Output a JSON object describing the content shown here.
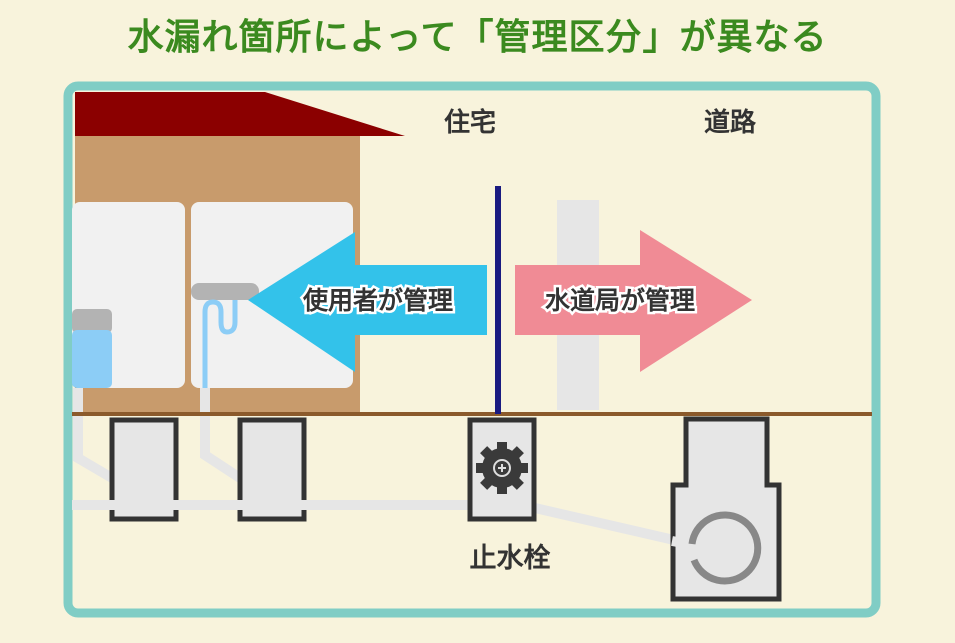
{
  "title": "水漏れ箇所によって「管理区分」が異なる",
  "labels": {
    "house": "住宅",
    "road": "道路",
    "user_managed": "使用者が管理",
    "waterworks_managed": "水道局が管理",
    "stopcock": "止水栓"
  },
  "colors": {
    "title": "#3b8a1f",
    "frame": "#80cdc5",
    "background": "#f8f3dc",
    "roof": "#8b0000",
    "house": "#c89b6c",
    "user_arrow": "#33c2ea",
    "waterworks_arrow": "#f08b95",
    "boundary_line": "#1a1a80"
  },
  "icons": [
    "gear-valve-icon",
    "water-meter-icon",
    "faucet-icon"
  ]
}
